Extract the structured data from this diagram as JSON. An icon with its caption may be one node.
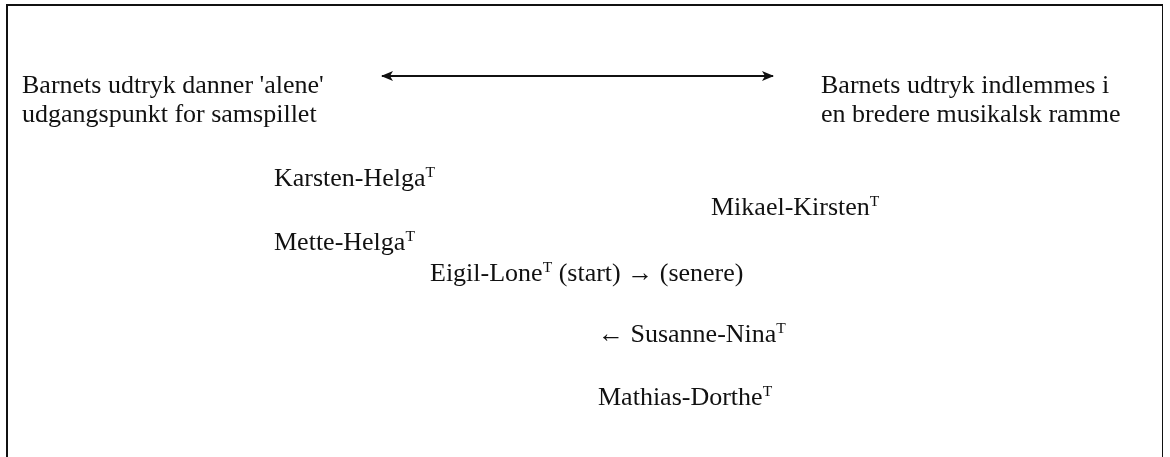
{
  "diagram": {
    "nodes": [
      {
        "text": [
          "Barnets udtryk danner 'alene' udgangspunkt for samspillet"
        ]
      },
      {
        "text": [
          "Barnets udtryk indlemmes i en bredere musikalsk ramme"
        ]
      }
    ],
    "edges": [
      {
        "from": 0,
        "to": 1,
        "arrow": "both"
      }
    ],
    "labels": [
      "Karsten-Helga$^{T}$",
      "Mikael-Kirsten$^{T}$",
      "Mette-Helga$^{T}$",
      "Eigil-Lone$^{T}$ (start) → (senere)",
      "← Susanne-Nina$^{T}$",
      "Mathias-Dorthe$^{T}$"
    ]
  }
}
